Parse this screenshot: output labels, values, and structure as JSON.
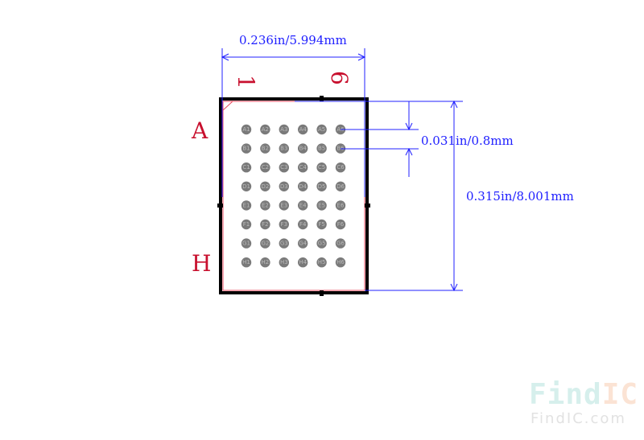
{
  "dimensions": {
    "width": "0.236in/5.994mm",
    "pitch": "0.031in/0.8mm",
    "height": "0.315in/8.001mm"
  },
  "corner_labels": {
    "col_first": "1",
    "col_last": "6",
    "row_first": "A",
    "row_last": "H"
  },
  "grid": {
    "rows": [
      "A",
      "B",
      "C",
      "D",
      "E",
      "F",
      "G",
      "H"
    ],
    "cols": [
      "1",
      "2",
      "3",
      "4",
      "5",
      "6"
    ]
  },
  "colors": {
    "dimension": "#2020ff",
    "label": "#c8102e",
    "ball": "#7a7a7a",
    "outline": "#000000"
  },
  "watermark": {
    "logo_a": "Find",
    "logo_b": "IC",
    "url": "FindIC.com"
  }
}
